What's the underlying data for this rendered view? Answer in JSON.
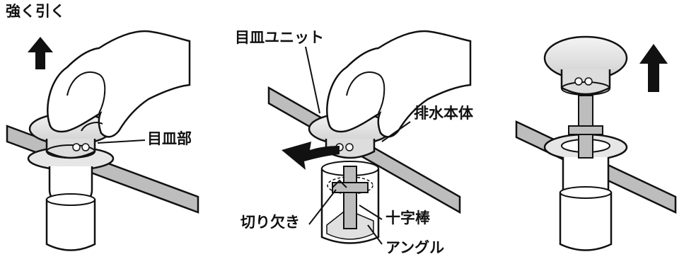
{
  "panel_left": {
    "pull_label": "強く引く",
    "part_label": "目皿部"
  },
  "panel_center": {
    "unit_label": "目皿ユニット",
    "body_label": "排水本体",
    "notch_label": "切り欠き",
    "cross_label": "十字棒",
    "angle_label": "アングル"
  },
  "colors": {
    "outline": "#111111",
    "pipe_fill": "#bdbdbd",
    "arrow_fill": "#111111",
    "metal_fill": "#e6e6e6"
  }
}
